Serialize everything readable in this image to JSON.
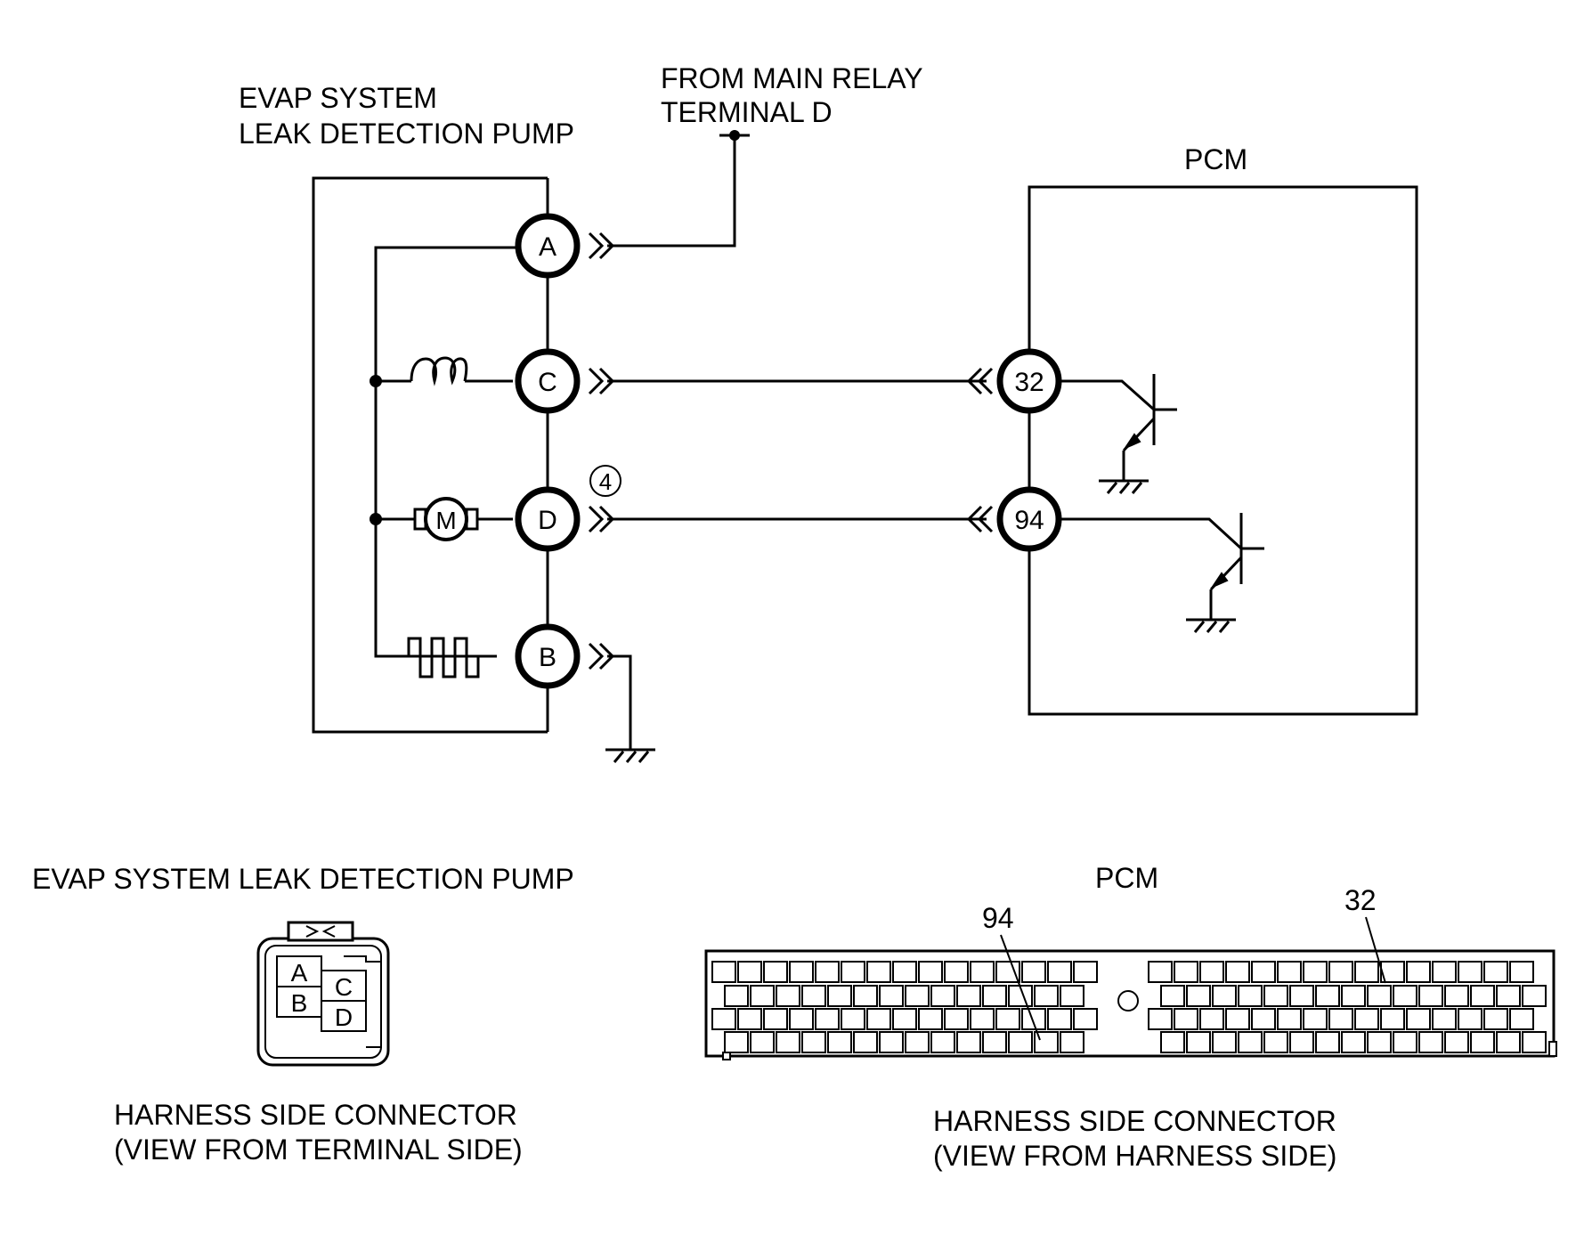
{
  "labels": {
    "pump_title_line1": "EVAP SYSTEM",
    "pump_title_line2": "LEAK DETECTION PUMP",
    "relay_line1": "FROM MAIN RELAY",
    "relay_line2": "TERMINAL D",
    "pcm_title": "PCM",
    "circle_marker": "4",
    "motor_symbol": "M"
  },
  "pump_terminals": {
    "a": "A",
    "c": "C",
    "d": "D",
    "b": "B"
  },
  "pcm_terminals": {
    "t32": "32",
    "t94": "94"
  },
  "connectors": {
    "pump": {
      "title": "EVAP SYSTEM LEAK DETECTION PUMP",
      "pins": {
        "a": "A",
        "b": "B",
        "c": "C",
        "d": "D"
      },
      "caption_line1": "HARNESS SIDE CONNECTOR",
      "caption_line2": "(VIEW FROM TERMINAL SIDE)"
    },
    "pcm": {
      "title": "PCM",
      "pin_94": "94",
      "pin_32": "32",
      "caption_line1": "HARNESS SIDE CONNECTOR",
      "caption_line2": "(VIEW FROM HARNESS SIDE)"
    }
  }
}
